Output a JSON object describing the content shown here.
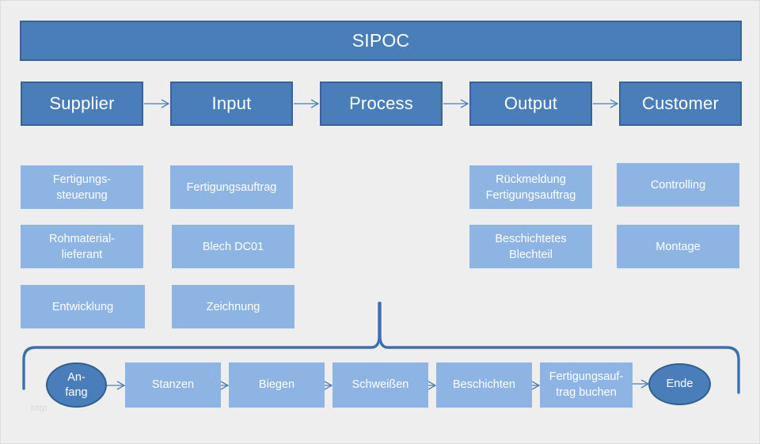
{
  "diagram": {
    "title": "SIPOC",
    "watermark": "http"
  },
  "columns": [
    {
      "id": "supplier",
      "label": "Supplier"
    },
    {
      "id": "input",
      "label": "Input"
    },
    {
      "id": "process",
      "label": "Process"
    },
    {
      "id": "output",
      "label": "Output"
    },
    {
      "id": "customer",
      "label": "Customer"
    }
  ],
  "column_items": {
    "supplier": [
      {
        "lines": [
          "Fertigungs-",
          "steuerung"
        ]
      },
      {
        "lines": [
          "Rohmaterial-",
          "lieferant"
        ]
      },
      {
        "lines": [
          "Entwicklung"
        ]
      }
    ],
    "input": [
      {
        "lines": [
          "Fertigungsauftrag"
        ]
      },
      {
        "lines": [
          "Blech DC01"
        ]
      },
      {
        "lines": [
          "Zeichnung"
        ]
      }
    ],
    "process": [],
    "output": [
      {
        "lines": [
          "Rückmeldung",
          "Fertigungsauftrag"
        ]
      },
      {
        "lines": [
          "Beschichtetes",
          "Blechteil"
        ]
      }
    ],
    "customer": [
      {
        "lines": [
          "Controlling"
        ]
      },
      {
        "lines": [
          "Montage"
        ]
      }
    ]
  },
  "process_flow": {
    "start": {
      "lines": [
        "An-",
        "fang"
      ]
    },
    "steps": [
      {
        "lines": [
          "Stanzen"
        ]
      },
      {
        "lines": [
          "Biegen"
        ]
      },
      {
        "lines": [
          "Schweißen"
        ]
      },
      {
        "lines": [
          "Beschichten"
        ]
      },
      {
        "lines": [
          "Fertigungsauf-",
          "trag buchen"
        ]
      }
    ],
    "end": {
      "lines": [
        "Ende"
      ]
    }
  },
  "colors": {
    "background": "#eeeeee",
    "header_fill": "#4a7ebb",
    "header_border": "#3a6298",
    "item_fill": "#8eb4e3",
    "terminator_fill": "#4a7ebb",
    "terminator_border": "#325e8e",
    "arrow": "#4a7ebb",
    "brace": "#3d6fae",
    "text": "#ffffff"
  }
}
